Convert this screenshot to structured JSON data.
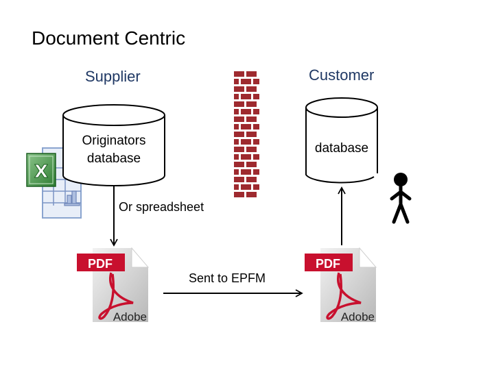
{
  "slide": {
    "title": "Document Centric"
  },
  "supplier": {
    "label": "Supplier",
    "database": {
      "line1": "Originators",
      "line2": "database"
    },
    "spreadsheet_icon": "excel-spreadsheet-icon",
    "arrow_label": "Or spreadsheet",
    "pdf": {
      "badge": "PDF",
      "brand": "Adobe"
    }
  },
  "firewall": {
    "icon": "brick-wall-icon",
    "color": "#9e2a2f"
  },
  "customer": {
    "label": "Customer",
    "database": {
      "line1": "database"
    },
    "person_icon": "stick-figure-person-icon",
    "pdf": {
      "badge": "PDF",
      "brand": "Adobe"
    }
  },
  "transfer": {
    "label": "Sent to EPFM"
  },
  "colors": {
    "role_label": "#1f3864",
    "pdf_red": "#c8102e",
    "excel_green": "#2e7d32"
  }
}
